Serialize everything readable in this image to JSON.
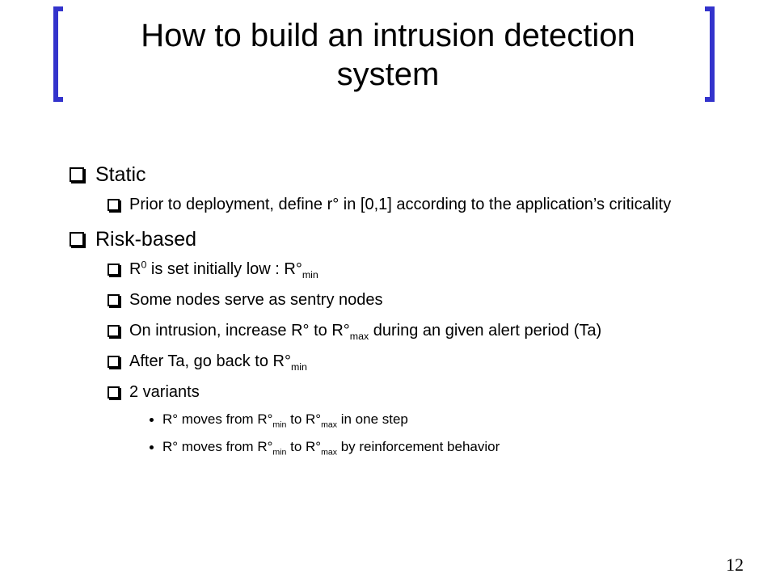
{
  "slide": {
    "title": "How to build an intrusion detection system",
    "page_number": "12",
    "accent_color": "#3333cc"
  },
  "items": {
    "static": {
      "label": "Static",
      "prior": "Prior to deployment, define r° in [0,1] according to the application’s criticality"
    },
    "risk": {
      "label": "Risk-based",
      "r0_a": "R",
      "r0_sup": "0",
      "r0_b": " is set initially low : R°",
      "r0_sub": "min",
      "sentry": "Some nodes serve as sentry nodes",
      "intr_a": "On intrusion, increase R° to R°",
      "intr_sub": "max",
      "intr_b": " during an given alert period (Ta)",
      "after_a": "After Ta, go back to R°",
      "after_sub": "min",
      "variants": "2 variants",
      "v1_a": "R° moves from  R°",
      "v1_sub1": "min",
      "v1_mid": " to R°",
      "v1_sub2": "max",
      "v1_b": " in one step",
      "v2_a": "R° moves from  R°",
      "v2_sub1": "min",
      "v2_mid": " to R°",
      "v2_sub2": "max",
      "v2_b": " by reinforcement behavior"
    }
  }
}
